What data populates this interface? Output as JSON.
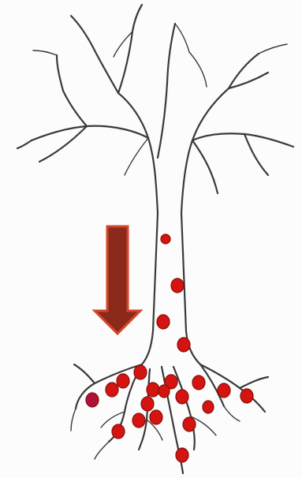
{
  "illustration": {
    "subject": "tree-sketch",
    "outline_color": "#3a3a3a",
    "background_color": "#fcfcfc"
  },
  "arrow": {
    "direction": "down",
    "fill_color": "#8b2a1a",
    "border_color": "#d5452b"
  },
  "dots": {
    "color": "#d41410",
    "highlight_color": "#b0103c",
    "trunk_count": 4,
    "root_count": 18
  }
}
